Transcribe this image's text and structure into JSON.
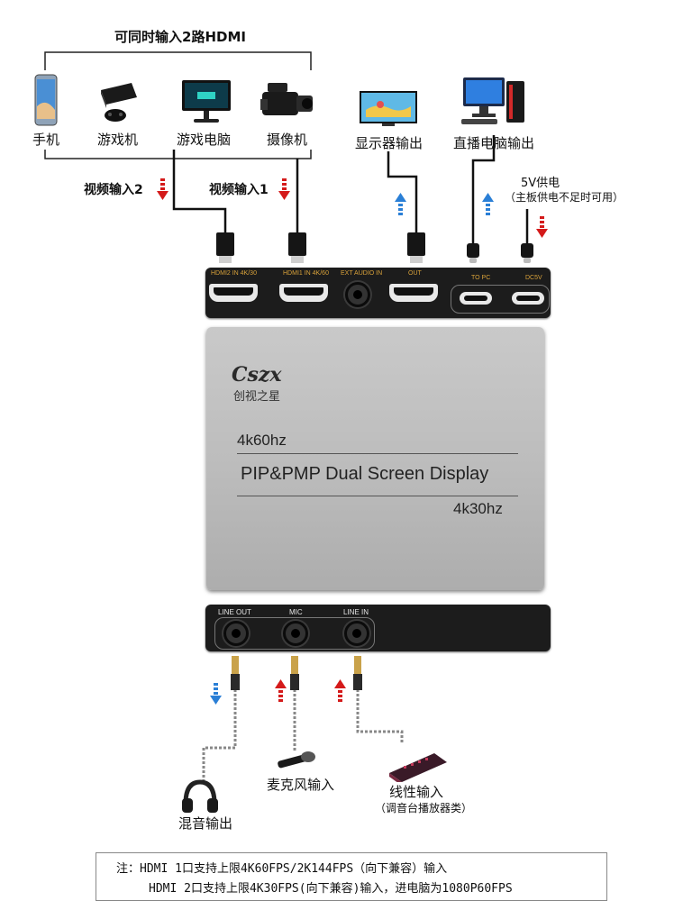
{
  "top_title": "可同时输入2路HDMI",
  "sources": {
    "phone": "手机",
    "game_console": "游戏机",
    "gaming_pc": "游戏电脑",
    "camera": "摄像机"
  },
  "monitor_out": "显示器输出",
  "stream_pc_out": "直播电脑输出",
  "power": {
    "label": "5V供电",
    "note": "（主板供电不足时可用）"
  },
  "video_in_2": "视频输入2",
  "video_in_1": "视频输入1",
  "top_ports": {
    "hdmi2": "HDMI2 IN 4K/30",
    "hdmi1": "HDMI1 IN 4K/60",
    "audio": "EXT AUDIO IN",
    "out": "OUT",
    "to_pc": "TO PC",
    "dc": "DC5V"
  },
  "device": {
    "brand": "Cszx",
    "brand_cn": "创视之星",
    "line1": "4k60hz",
    "line2": "PIP&PMP Dual Screen Display",
    "line3": "4k30hz"
  },
  "bottom_ports": {
    "line_out": "LINE OUT",
    "mic": "MIC",
    "line_in": "LINE IN"
  },
  "mix_out": "混音输出",
  "mic_in": "麦克风输入",
  "line_in_label": "线性输入",
  "line_in_note": "（调音台播放器类）",
  "note": {
    "line1": "注：HDMI 1口支持上限4K60FPS/2K144FPS（向下兼容）输入",
    "line2": "HDMI 2口支持上限4K30FPS(向下兼容)输入，进电脑为1080P60FPS"
  },
  "colors": {
    "red_arrow": "#d41a1a",
    "blue_arrow": "#2a7fd6",
    "port_label": "#d9a23a"
  }
}
